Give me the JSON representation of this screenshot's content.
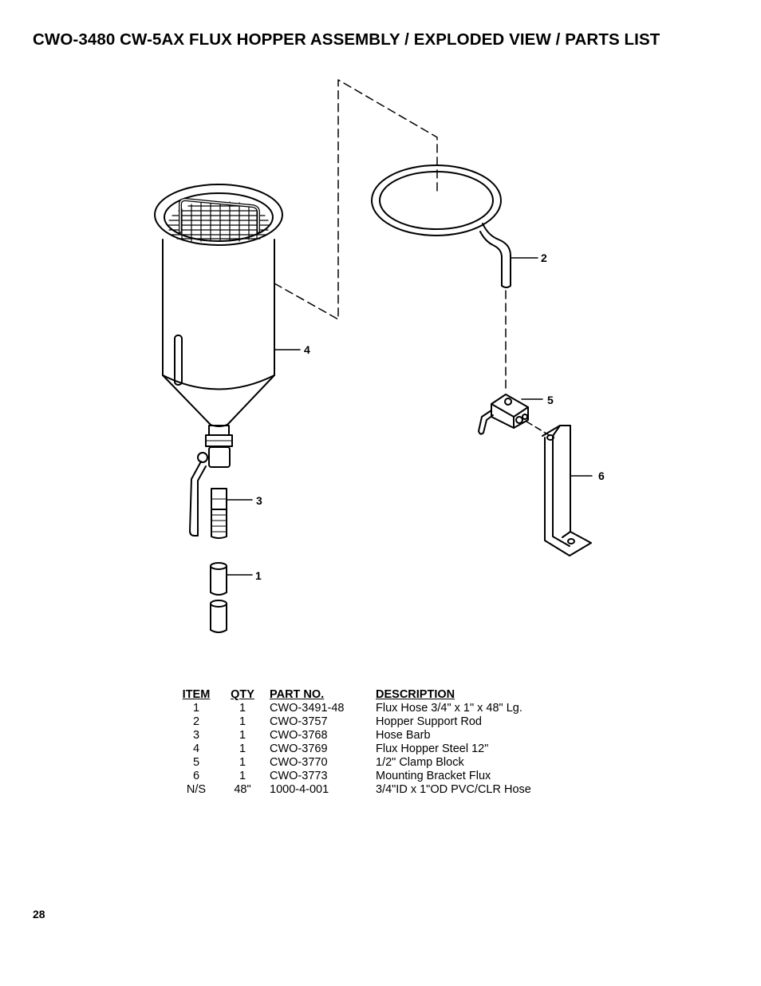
{
  "page": {
    "title": "CWO-3480 CW-5AX FLUX HOPPER ASSEMBLY / EXPLODED VIEW / PARTS LIST",
    "page_number": "28"
  },
  "diagram": {
    "callouts": [
      "1",
      "2",
      "3",
      "4",
      "5",
      "6"
    ]
  },
  "parts_table": {
    "headers": {
      "item": "ITEM",
      "qty": "QTY",
      "part_no": "PART NO.",
      "description": "DESCRIPTION"
    },
    "rows": [
      {
        "item": "1",
        "qty": "1",
        "part_no": "CWO-3491-48",
        "description": "Flux Hose 3/4\" x 1\" x 48\" Lg."
      },
      {
        "item": "2",
        "qty": "1",
        "part_no": "CWO-3757",
        "description": "Hopper Support Rod"
      },
      {
        "item": "3",
        "qty": "1",
        "part_no": "CWO-3768",
        "description": "Hose Barb"
      },
      {
        "item": "4",
        "qty": "1",
        "part_no": "CWO-3769",
        "description": "Flux Hopper Steel 12\""
      },
      {
        "item": "5",
        "qty": "1",
        "part_no": "CWO-3770",
        "description": "1/2\" Clamp Block"
      },
      {
        "item": "6",
        "qty": "1",
        "part_no": "CWO-3773",
        "description": "Mounting Bracket Flux"
      },
      {
        "item": "N/S",
        "qty": "48\"",
        "part_no": "1000-4-001",
        "description": "3/4\"ID x 1\"OD PVC/CLR Hose"
      }
    ]
  }
}
